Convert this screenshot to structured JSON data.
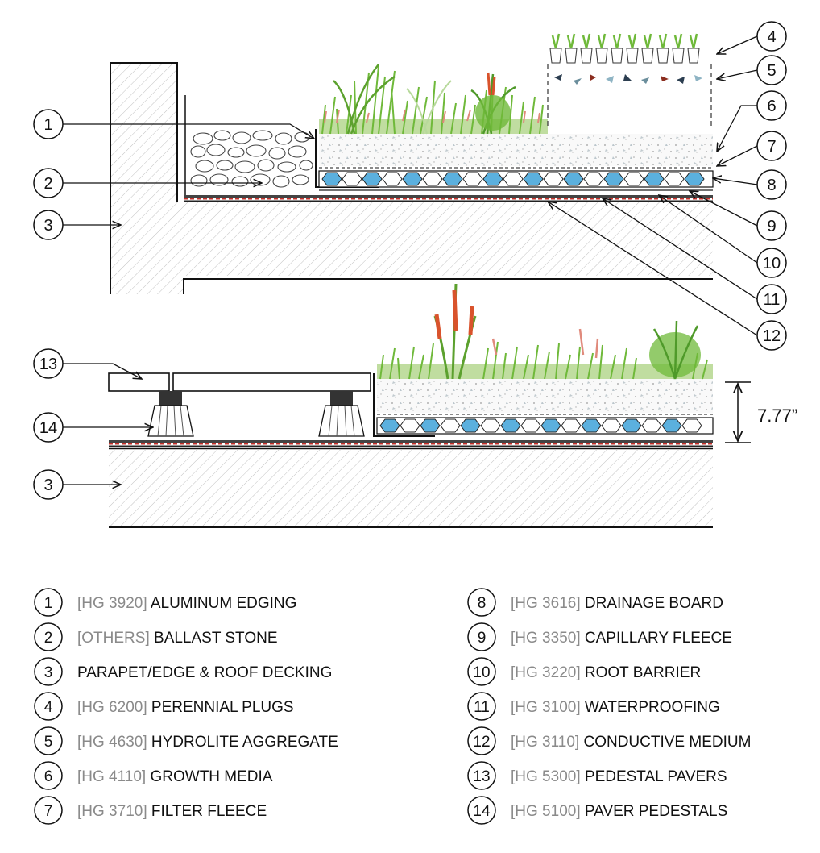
{
  "callouts": {
    "c1": "1",
    "c2": "2",
    "c3a": "3",
    "c4": "4",
    "c5": "5",
    "c6": "6",
    "c7": "7",
    "c8": "8",
    "c9": "9",
    "c10": "10",
    "c11": "11",
    "c12": "12",
    "c13": "13",
    "c14": "14",
    "c3b": "3"
  },
  "dimension": {
    "label": "7.77”"
  },
  "legend": {
    "left": [
      {
        "num": "1",
        "code": "[HG 3920]",
        "name": "ALUMINUM EDGING"
      },
      {
        "num": "2",
        "code": "[OTHERS]",
        "name": "BALLAST STONE"
      },
      {
        "num": "3",
        "code": "",
        "name": "PARAPET/EDGE & ROOF DECKING"
      },
      {
        "num": "4",
        "code": "[HG 6200]",
        "name": "PERENNIAL PLUGS"
      },
      {
        "num": "5",
        "code": "[HG 4630]",
        "name": "HYDROLITE AGGREGATE"
      },
      {
        "num": "6",
        "code": "[HG 4110]",
        "name": "GROWTH MEDIA"
      },
      {
        "num": "7",
        "code": "[HG 3710]",
        "name": "FILTER FLEECE"
      }
    ],
    "right": [
      {
        "num": "8",
        "code": "[HG 3616]",
        "name": "DRAINAGE BOARD"
      },
      {
        "num": "9",
        "code": "[HG 3350]",
        "name": "CAPILLARY FLEECE"
      },
      {
        "num": "10",
        "code": "[HG 3220]",
        "name": "ROOT BARRIER"
      },
      {
        "num": "11",
        "code": "[HG 3100]",
        "name": "WATERPROOFING"
      },
      {
        "num": "12",
        "code": "[HG 3110]",
        "name": "CONDUCTIVE MEDIUM"
      },
      {
        "num": "13",
        "code": "[HG 5300]",
        "name": "PEDESTAL PAVERS"
      },
      {
        "num": "14",
        "code": "[HG 5100]",
        "name": "PAVER PEDESTALS"
      }
    ]
  },
  "colors": {
    "drainage_cell": "#5bb0de",
    "waterproofing": "#c4312b",
    "grass": "#6fb93a",
    "flower": "#d9532c",
    "hatch": "#b8b8b8"
  }
}
